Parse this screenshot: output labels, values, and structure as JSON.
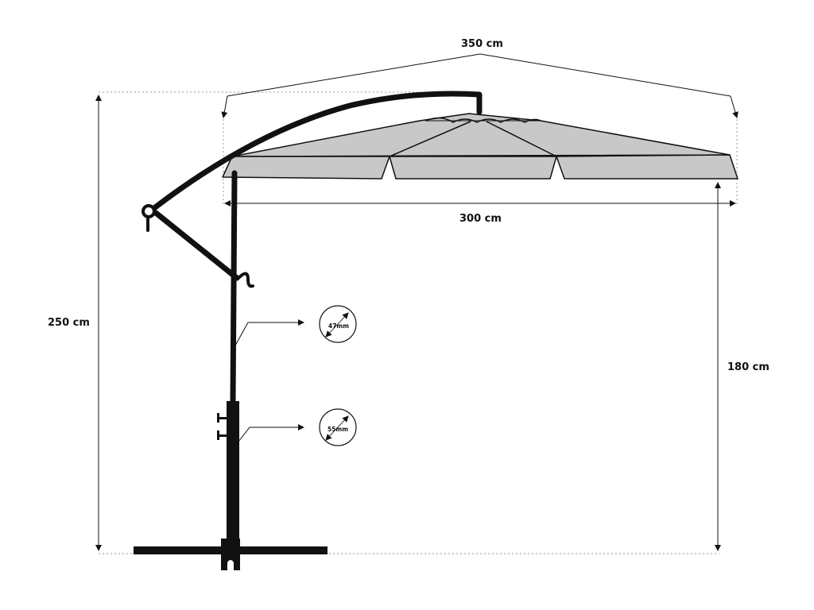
{
  "dimensions": {
    "canopy_arc_width": "350 cm",
    "canopy_width": "300 cm",
    "total_height": "250 cm",
    "clearance_height": "180 cm"
  },
  "pipes": {
    "upper_diameter": "47mm",
    "lower_diameter": "55mm"
  },
  "colors": {
    "line": "#111111",
    "canopy_fill": "#c8c8c8",
    "guide": "#999999"
  }
}
